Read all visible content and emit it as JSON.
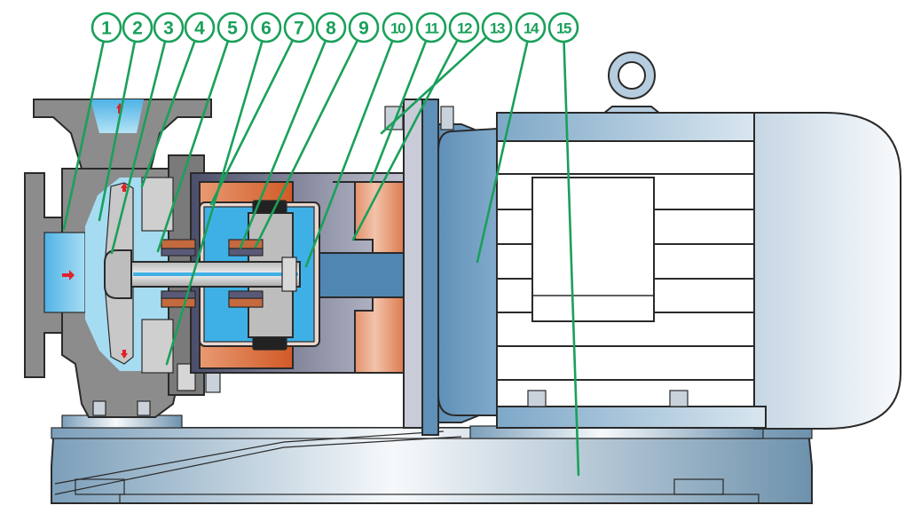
{
  "diagram": {
    "title": "Magnetic drive centrifugal pump cross-section",
    "colors": {
      "callout": "#1aa05a",
      "casing": "#8a8a8a",
      "fluid": "#5bbce6",
      "magnet": "#d9642e",
      "motor": "#6f9fc2",
      "flow_arrow": "#e0202a"
    },
    "callouts": [
      {
        "label": "1",
        "part": "pump-casing"
      },
      {
        "label": "2",
        "part": "impeller"
      },
      {
        "label": "3",
        "part": "impeller-nut"
      },
      {
        "label": "4",
        "part": "casing-cover"
      },
      {
        "label": "5",
        "part": "front-bearing"
      },
      {
        "label": "6",
        "part": "bearing-bracket"
      },
      {
        "label": "7",
        "part": "outer-magnet-sleeve"
      },
      {
        "label": "8",
        "part": "rear-bearing"
      },
      {
        "label": "9",
        "part": "thrust-ring"
      },
      {
        "label": "10",
        "part": "isolation-sleeve"
      },
      {
        "label": "11",
        "part": "connecting-frame"
      },
      {
        "label": "12",
        "part": "outer-magnet-rotor"
      },
      {
        "label": "13",
        "part": "shaft-end"
      },
      {
        "label": "14",
        "part": "motor-flange"
      },
      {
        "label": "15",
        "part": "base-plate"
      }
    ]
  }
}
